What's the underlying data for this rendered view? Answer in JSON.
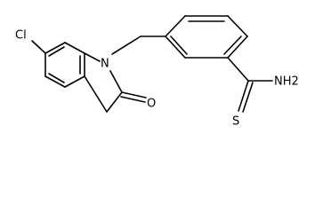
{
  "atoms": {
    "chlorine": "Cl",
    "nitrogen": "N",
    "oxygen": "O",
    "amine": "NH2",
    "sulfur": "S"
  },
  "colors": {
    "line": "#000000",
    "background": "#ffffff"
  }
}
